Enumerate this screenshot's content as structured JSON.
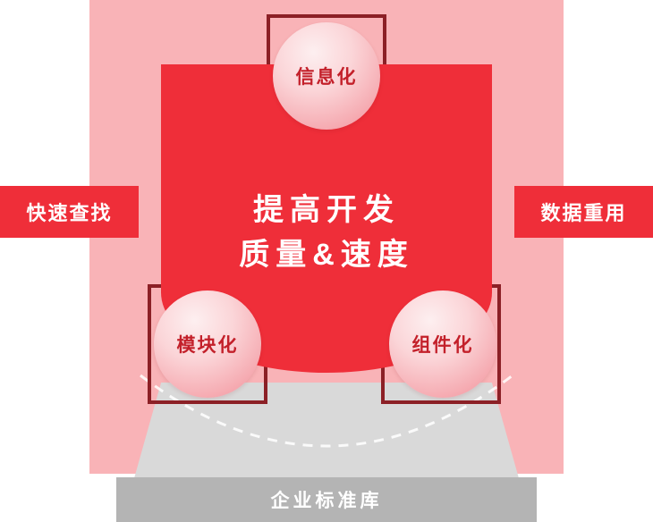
{
  "center": {
    "line1": "提高开发",
    "line2": "质量&速度"
  },
  "nodes": {
    "top": "信息化",
    "left": "模块化",
    "right": "组件化"
  },
  "side_labels": {
    "left": "快速查找",
    "right": "数据重用"
  },
  "base": {
    "label": "企业标准库"
  },
  "colors": {
    "pink_bg": "#F9B3B7",
    "red": "#EF2E39",
    "dark_red": "#8C2026",
    "circle_text": "#C3202A",
    "center_text": "#FFFFFF",
    "gray_trapezoid": "#D9D9D9",
    "gray_bar": "#B4B4B4"
  }
}
